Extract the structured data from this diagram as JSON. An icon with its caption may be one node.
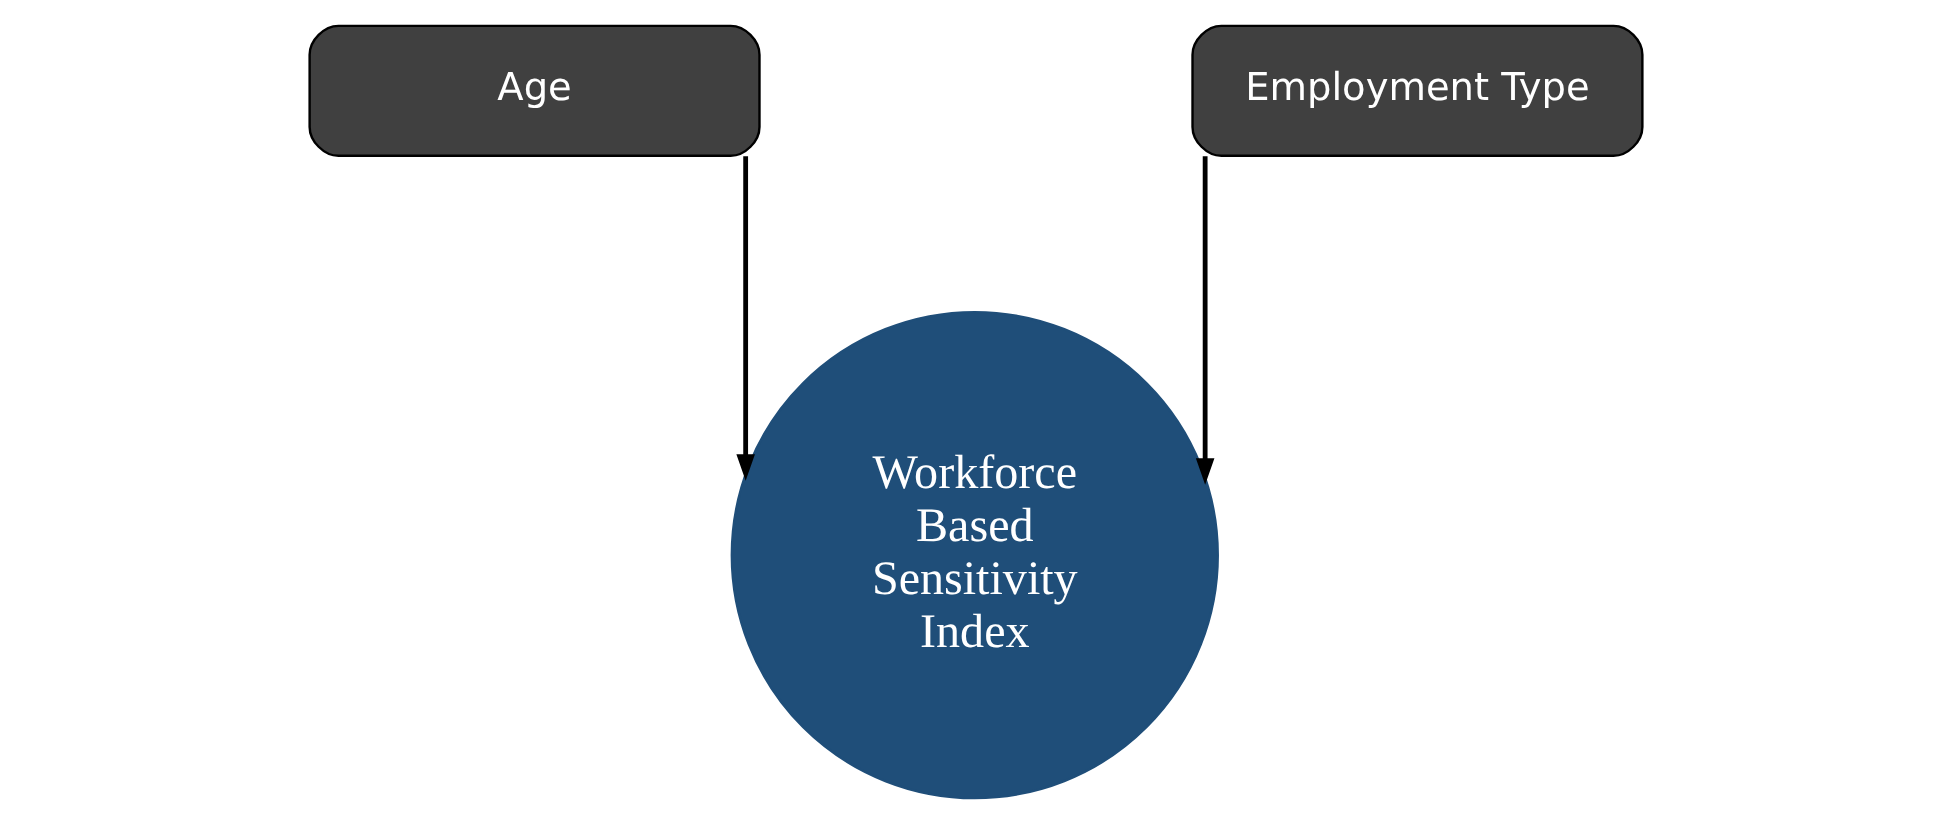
{
  "diagram": {
    "nodes": [
      {
        "text": [
          "Age"
        ]
      },
      {
        "text": [
          "Employment Type"
        ]
      },
      {
        "text": [
          "Workforce Based Sensitivity Index"
        ]
      }
    ],
    "edges": [
      {
        "from": 0,
        "to": 2,
        "arrow": "to"
      },
      {
        "from": 1,
        "to": 2,
        "arrow": "to"
      }
    ]
  }
}
